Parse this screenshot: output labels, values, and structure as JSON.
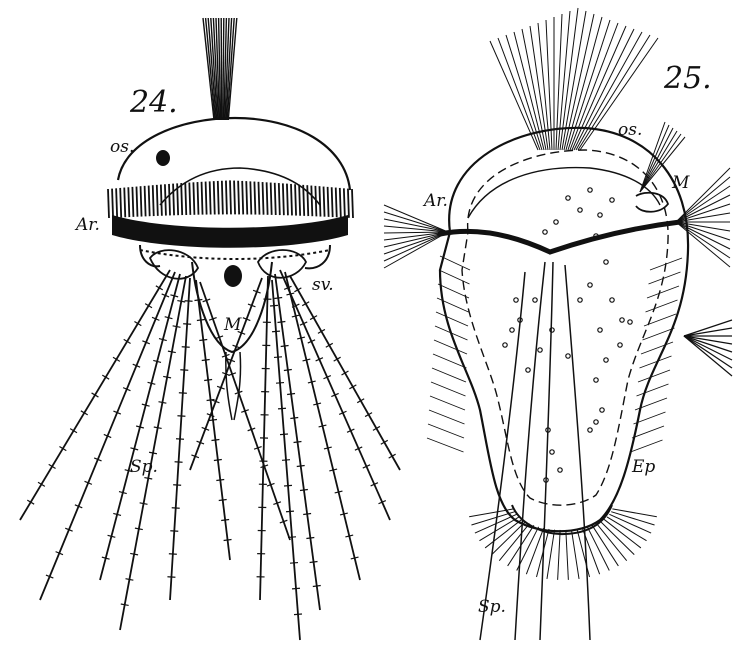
{
  "figures": [
    {
      "number": "24.",
      "labels": {
        "os": "os.",
        "ar": "Ar.",
        "sv": "sv.",
        "m": "M",
        "sp": "Sp."
      }
    },
    {
      "number": "25.",
      "labels": {
        "os": "os.",
        "ar": "Ar.",
        "m": "M",
        "ep": "Ep",
        "sp": "Sp."
      }
    }
  ],
  "colors": {
    "ink": "#111111",
    "paper": "#ffffff"
  }
}
